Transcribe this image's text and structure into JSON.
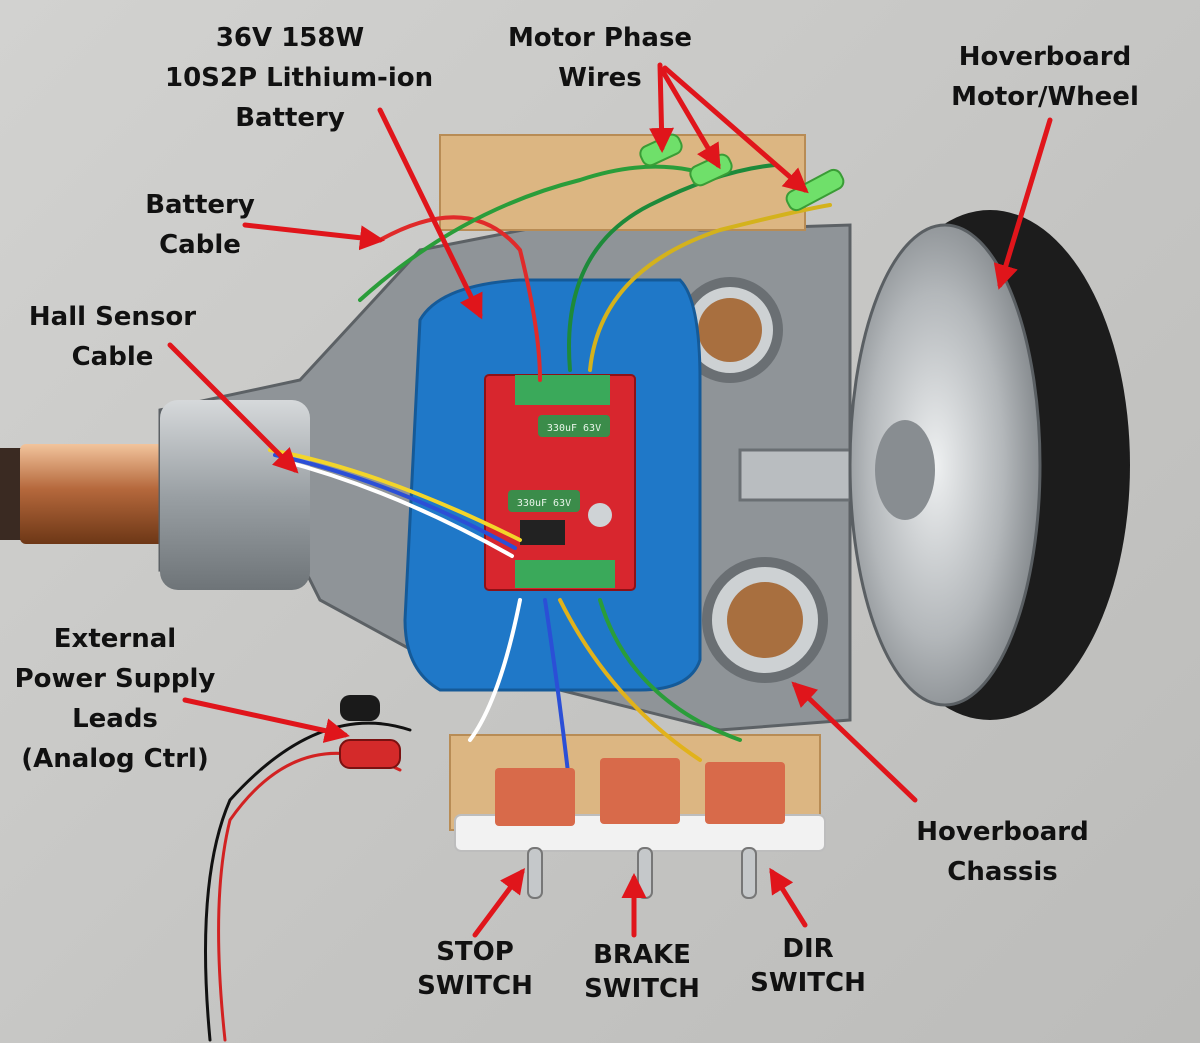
{
  "labels": {
    "battery": [
      "36V 158W",
      "10S2P Lithium-ion",
      "Battery"
    ],
    "phase_wires": [
      "Motor Phase",
      "Wires"
    ],
    "hub_motor": [
      "Hoverboard",
      "Motor/Wheel"
    ],
    "battery_cable": [
      "Battery",
      "Cable"
    ],
    "hall_cable": [
      "Hall Sensor",
      "Cable"
    ],
    "external_psu": [
      "External",
      "Power Supply",
      "Leads",
      "(Analog Ctrl)"
    ],
    "chassis": [
      "Hoverboard",
      "Chassis"
    ],
    "stop_switch": [
      "STOP",
      "SWITCH"
    ],
    "brake_switch": [
      "BRAKE",
      "SWITCH"
    ],
    "dir_switch": [
      "DIR",
      "SWITCH"
    ]
  },
  "pcb_print": {
    "cap_top": "330uF 63V",
    "cap_bottom": "330uF 63V"
  },
  "colors": {
    "arrow": "#e0151b",
    "battery_wrap": "#1f78c8",
    "pcb": "#d8262e",
    "chassis": "#9ea3a6",
    "wood": "#d9b27e",
    "terminal_green": "#3aa95a",
    "tire": "#1c1c1c"
  }
}
